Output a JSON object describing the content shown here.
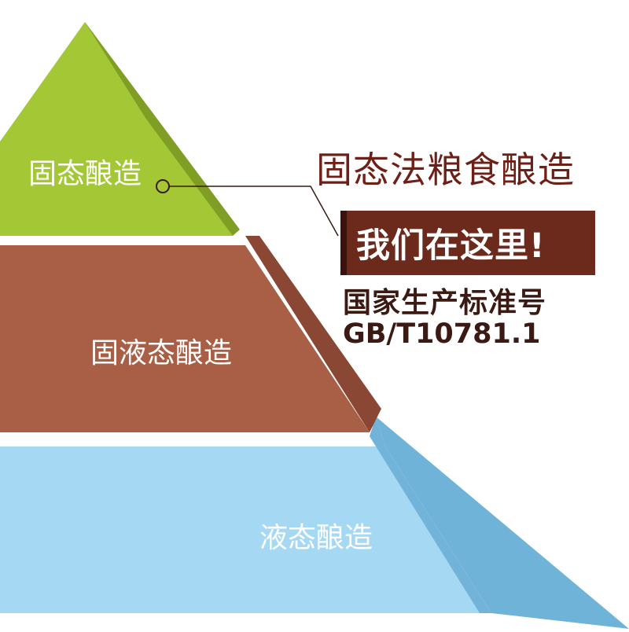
{
  "pyramid": {
    "top_label": "固态酿造",
    "middle_label": "固液态酿造",
    "bottom_label": "液态酿造"
  },
  "callout": {
    "headline": "固态法粮食酿造",
    "banner": "我们在这里!",
    "standard_name": "国家生产标准号",
    "standard_code": "GB/T10781.1"
  },
  "colors": {
    "top_layer": "#a3c735",
    "top_layer_shadow": "#7f9e23",
    "middle_layer": "#a95f46",
    "middle_layer_shadow": "#8a4733",
    "bottom_layer": "#a4d8f3",
    "bottom_layer_shadow": "#6fb3d8",
    "headline": "#6e1f16",
    "banner_bg": "#6b2a1c",
    "standard_text": "#3a1a12"
  }
}
